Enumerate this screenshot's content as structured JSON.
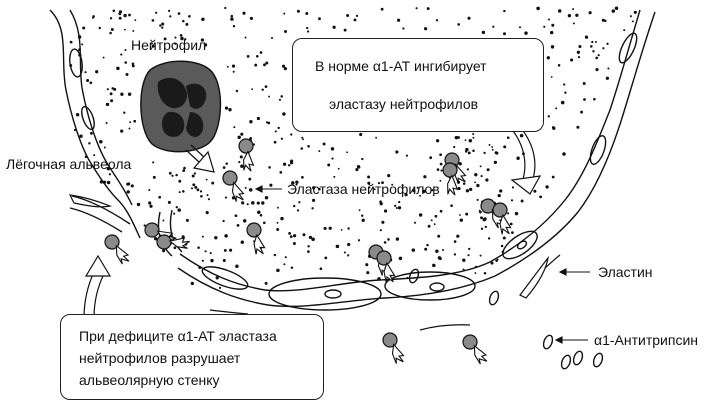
{
  "labels": {
    "neutrophil": "Нейтрофил",
    "alveolus": "Лёгочная альвеола",
    "elastase": "Эластаза нейтрофилов",
    "elastin": "Эластин",
    "antitrypsin": "α1-Антитрипсин"
  },
  "callouts": {
    "normal": {
      "line1": "В норме α1-АТ ингибирует",
      "line2": "эластазу нейтрофилов"
    },
    "deficit": {
      "line1": "При дефиците α1-АТ эластаза",
      "line2": "нейтрофилов разрушает",
      "line3": "альвеолярную стенку"
    }
  },
  "colors": {
    "ink": "#111111",
    "nucleus": "#1a1a1a",
    "cytoplasm": "#5a5a5a"
  }
}
